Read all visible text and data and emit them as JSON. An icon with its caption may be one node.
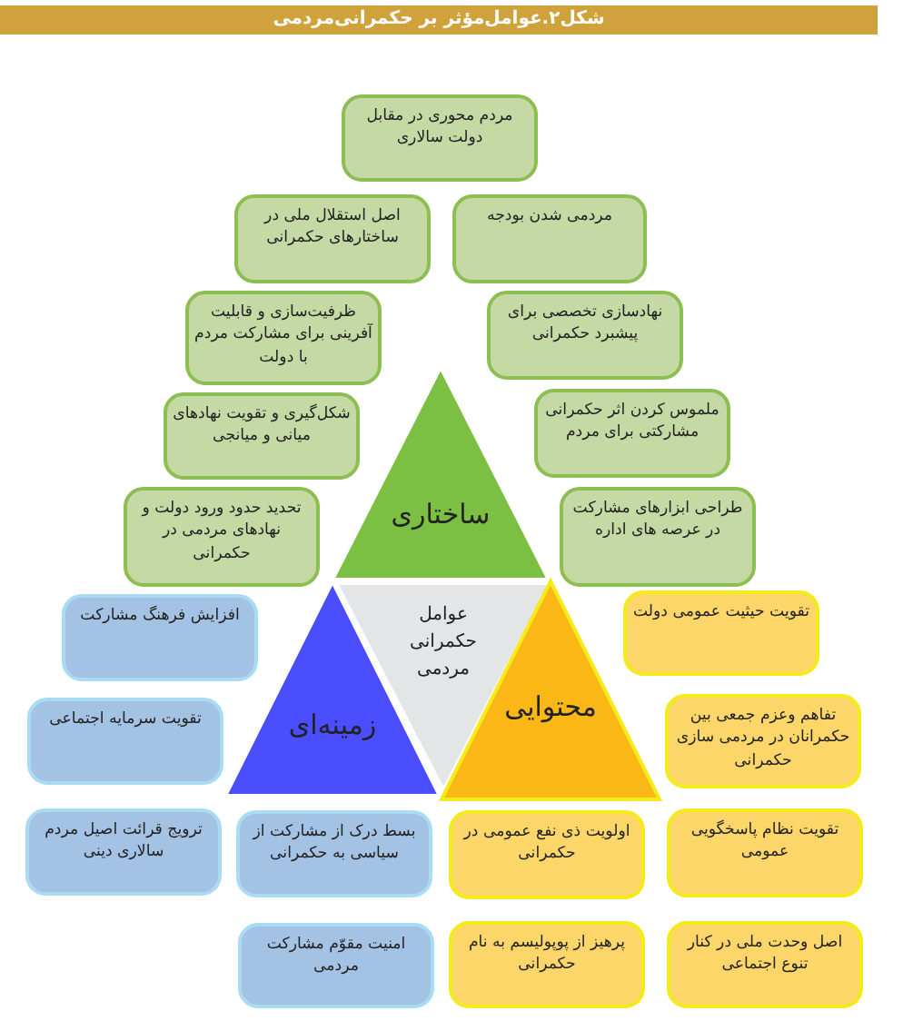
{
  "diagram": {
    "title": "شکل۲.عوامل‌مؤثر بر حکمرانی‌مردمی",
    "nodes": [
      {
        "text": [
          "مردم محوری در مقابل دولت سالاری"
        ]
      },
      {
        "text": [
          "اصل استقلال ملی در ساختارهای حکمرانی"
        ]
      },
      {
        "text": [
          "مردمی شدن بودجه"
        ]
      },
      {
        "text": [
          "ظرفیت‌سازی و قابلیت آفرینی برای مشارکت مردم با دولت"
        ]
      },
      {
        "text": [
          "نهادسازی تخصصی برای پیشبرد حکمرانی"
        ]
      },
      {
        "text": [
          "شکل‌گیری و تقویت نهادهای میانی و میانجی"
        ]
      },
      {
        "text": [
          "ملموس کردن اثر حکمرانی مشارکتی برای مردم"
        ]
      },
      {
        "text": [
          "تحدید حدود ورود دولت و نهادهای مردمی در حکمرانی"
        ]
      },
      {
        "text": [
          "طراحی ابزارهای مشارکت در عرصه های اداره"
        ]
      },
      {
        "text": [
          "ساختاری"
        ]
      },
      {
        "text": [
          "عوامل حکمرانی مردمی"
        ]
      },
      {
        "text": [
          "زمینه‌ای"
        ]
      },
      {
        "text": [
          "محتوایی"
        ]
      },
      {
        "text": [
          "افزایش فرهنگ مشارکت"
        ]
      },
      {
        "text": [
          "تقویت سرمایه اجتماعی"
        ]
      },
      {
        "text": [
          "ترویج قرائت اصیل مردم سالاری دینی"
        ]
      },
      {
        "text": [
          "بسط درک از مشارکت از سیاسی به حکمرانی"
        ]
      },
      {
        "text": [
          "امنیت مقوّم مشارکت مردمی"
        ]
      },
      {
        "text": [
          "تقویت حیثیت عمومی دولت"
        ]
      },
      {
        "text": [
          "تفاهم وعزم جمعی بین حکمرانان در مردمی سازی حکمرانی"
        ]
      },
      {
        "text": [
          "تقویت نظام پاسخگویی عمومی"
        ]
      },
      {
        "text": [
          "اولویت ذی نفع عمومی در حکمرانی"
        ]
      },
      {
        "text": [
          "پرهیز از پوپولیسم به نام حکمرانی"
        ]
      },
      {
        "text": [
          "اصل وحدت ملی در کنار تنوع اجتماعی"
        ]
      }
    ],
    "edges": []
  }
}
